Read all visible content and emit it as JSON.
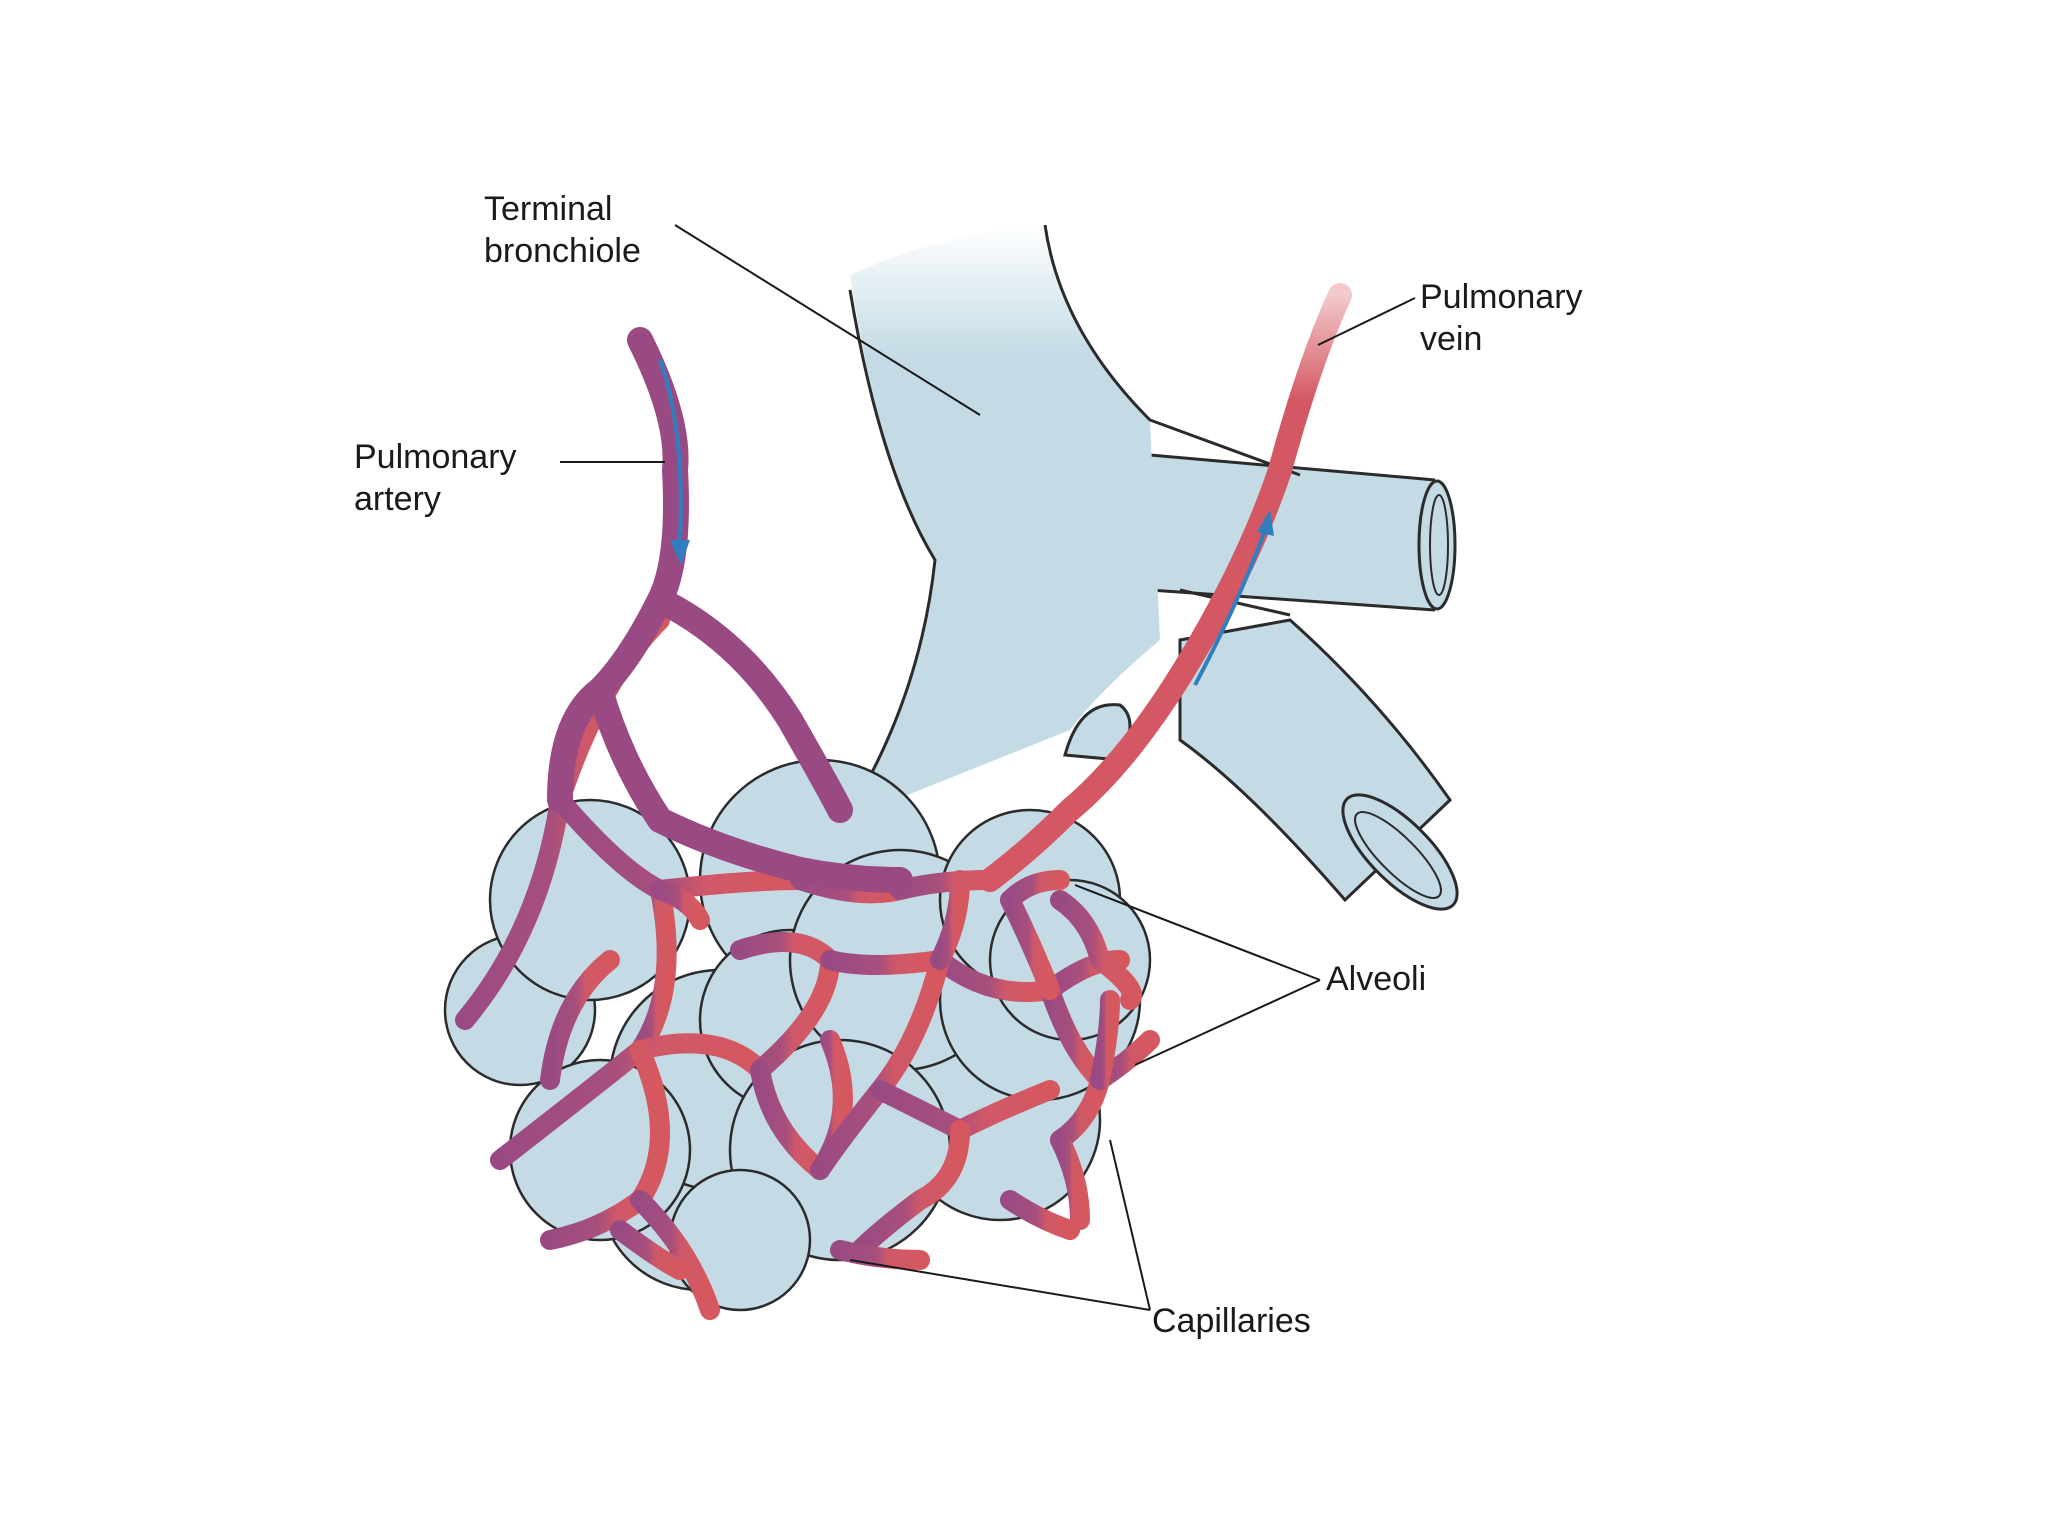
{
  "diagram": {
    "colors": {
      "background": "#ffffff",
      "airway": "#c4dbe5",
      "airway_outline": "#2b2b2b",
      "artery": "#9a4a83",
      "vein": "#d45863",
      "flow_arrow": "#2f7fc0",
      "leader_line": "#1a1a1a"
    },
    "labels": {
      "terminal_bronchiole": {
        "line1": "Terminal",
        "line2": "bronchiole"
      },
      "pulmonary_artery": {
        "line1": "Pulmonary",
        "line2": "artery"
      },
      "pulmonary_vein": {
        "line1": "Pulmonary",
        "line2": "vein"
      },
      "alveoli": {
        "line1": "Alveoli"
      },
      "capillaries": {
        "line1": "Capillaries"
      }
    }
  }
}
